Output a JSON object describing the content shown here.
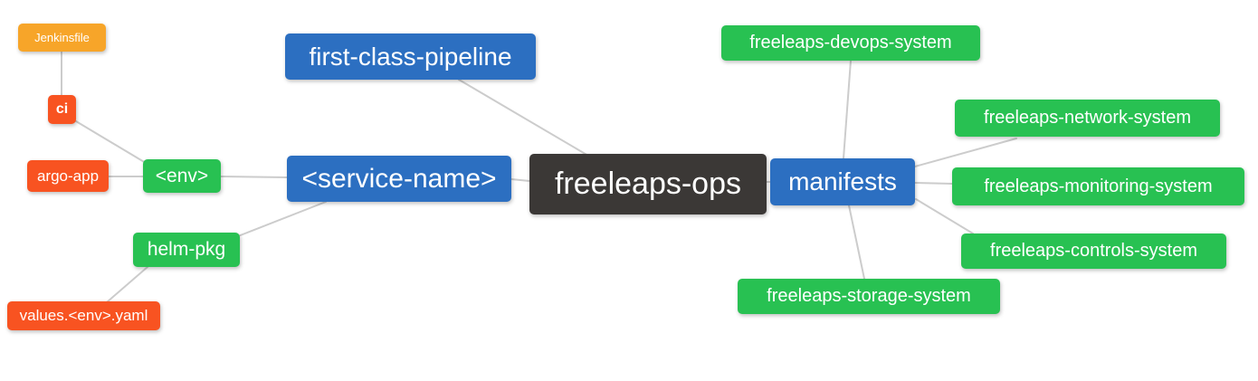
{
  "diagram": {
    "type": "mindmap",
    "background_color": "#ffffff",
    "edge_color": "#cccccc",
    "colors": {
      "root_dark": "#3b3836",
      "branch_blue": "#2c6fc1",
      "leaf_green": "#28c152",
      "leaf_orange": "#f7a529",
      "leaf_red": "#f85321"
    },
    "nodes": {
      "freeleaps_ops": {
        "label": "freeleaps-ops",
        "color": "#3b3836",
        "role": "root"
      },
      "first_class_pipeline": {
        "label": "first-class-pipeline",
        "color": "#2c6fc1",
        "role": "branch"
      },
      "service_name": {
        "label": "<service-name>",
        "color": "#2c6fc1",
        "role": "branch"
      },
      "manifests": {
        "label": "manifests",
        "color": "#2c6fc1",
        "role": "branch"
      },
      "env": {
        "label": "<env>",
        "color": "#28c152",
        "role": "leaf"
      },
      "helm_pkg": {
        "label": "helm-pkg",
        "color": "#28c152",
        "role": "leaf"
      },
      "ci": {
        "label": "ci",
        "color": "#f85321",
        "role": "leaf"
      },
      "argo_app": {
        "label": "argo-app",
        "color": "#f85321",
        "role": "leaf"
      },
      "jenkinsfile": {
        "label": "Jenkinsfile",
        "color": "#f7a529",
        "role": "leaf"
      },
      "values_env_yaml": {
        "label": "values.<env>.yaml",
        "color": "#f85321",
        "role": "leaf"
      },
      "freeleaps_devops_system": {
        "label": "freeleaps-devops-system",
        "color": "#28c152",
        "role": "leaf"
      },
      "freeleaps_network_system": {
        "label": "freeleaps-network-system",
        "color": "#28c152",
        "role": "leaf"
      },
      "freeleaps_monitoring_system": {
        "label": "freeleaps-monitoring-system",
        "color": "#28c152",
        "role": "leaf"
      },
      "freeleaps_controls_system": {
        "label": "freeleaps-controls-system",
        "color": "#28c152",
        "role": "leaf"
      },
      "freeleaps_storage_system": {
        "label": "freeleaps-storage-system",
        "color": "#28c152",
        "role": "leaf"
      }
    },
    "edges": [
      [
        "jenkinsfile",
        "ci"
      ],
      [
        "ci",
        "env"
      ],
      [
        "argo_app",
        "env"
      ],
      [
        "env",
        "service_name"
      ],
      [
        "service_name",
        "helm_pkg"
      ],
      [
        "helm_pkg",
        "values_env_yaml"
      ],
      [
        "service_name",
        "freeleaps_ops"
      ],
      [
        "first_class_pipeline",
        "freeleaps_ops"
      ],
      [
        "freeleaps_ops",
        "manifests"
      ],
      [
        "manifests",
        "freeleaps_devops_system"
      ],
      [
        "manifests",
        "freeleaps_network_system"
      ],
      [
        "manifests",
        "freeleaps_monitoring_system"
      ],
      [
        "manifests",
        "freeleaps_controls_system"
      ],
      [
        "manifests",
        "freeleaps_storage_system"
      ]
    ]
  }
}
